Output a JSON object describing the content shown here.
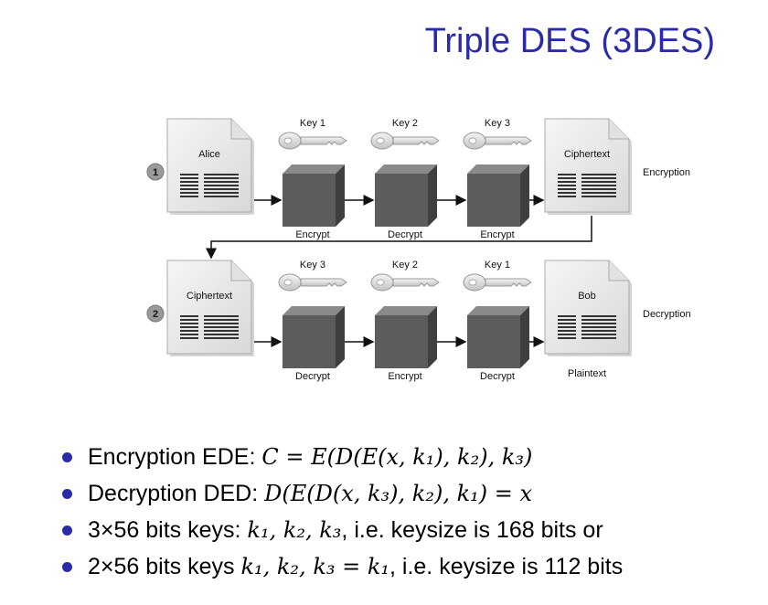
{
  "title": "Triple DES (3DES)",
  "diagram": {
    "rows": [
      {
        "step": "1",
        "source_doc": "Alice",
        "target_doc": "Ciphertext",
        "keys": [
          "Key 1",
          "Key 2",
          "Key 3"
        ],
        "ops": [
          "Encrypt",
          "Decrypt",
          "Encrypt"
        ],
        "side_label": "Encryption"
      },
      {
        "step": "2",
        "source_doc": "Ciphertext",
        "target_doc": "Bob",
        "target_sublabel": "Plaintext",
        "keys": [
          "Key 3",
          "Key 2",
          "Key 1"
        ],
        "ops": [
          "Decrypt",
          "Encrypt",
          "Decrypt"
        ],
        "side_label": "Decryption"
      }
    ]
  },
  "bullets": [
    {
      "text": "Encryption EDE: ",
      "math": "C = E(D(E(x, k₁), k₂), k₃)"
    },
    {
      "text": "Decryption DED: ",
      "math": "D(E(D(x, k₃), k₂), k₁) = x"
    },
    {
      "text": "3×56 bits keys: ",
      "math": "k₁, k₂, k₃",
      "suffix": ", i.e. keysize is 168 bits or"
    },
    {
      "text": "2×56 bits keys ",
      "math": "k₁, k₂, k₃ = k₁",
      "suffix": ", i.e. keysize is 112 bits"
    }
  ],
  "colors": {
    "title": "#2b2ba8",
    "bullet": "#2b2ba8",
    "box": "#5a5a5a",
    "doc": "#eeeeee"
  }
}
